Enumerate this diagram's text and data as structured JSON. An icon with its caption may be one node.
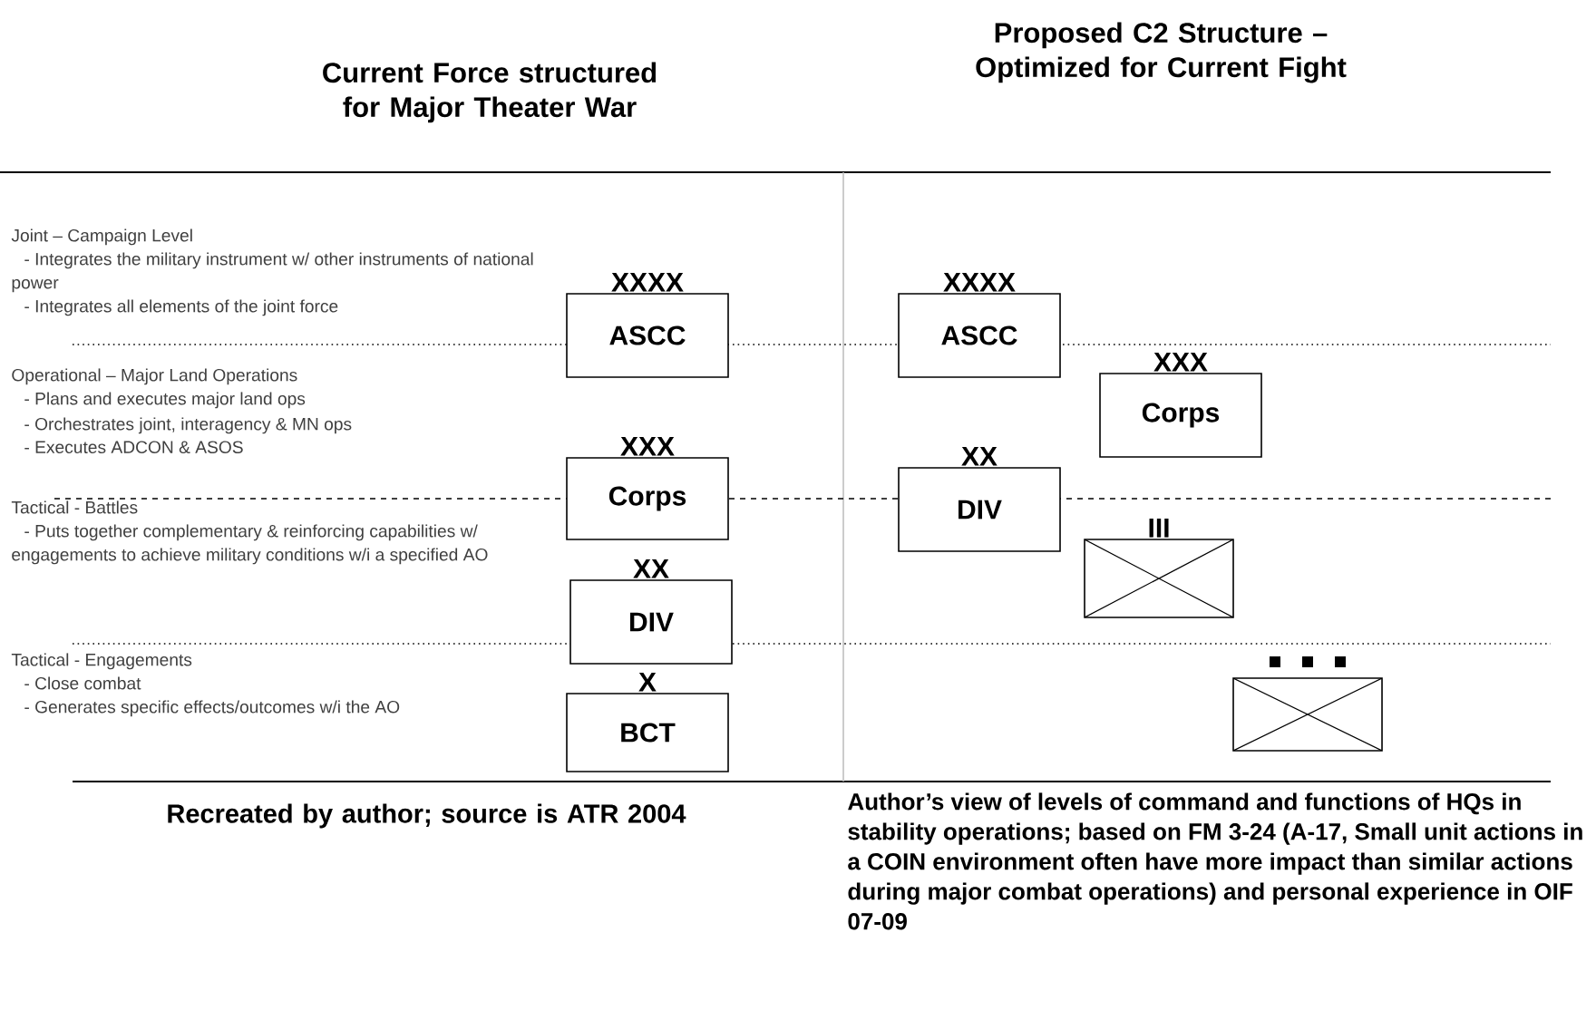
{
  "diagram": {
    "nodes": [
      {
        "text": [
          "XXXX",
          "ASCC"
        ]
      },
      {
        "text": [
          "XXX",
          "Corps"
        ]
      },
      {
        "text": [
          "XX",
          "DIV"
        ]
      },
      {
        "text": [
          "X",
          "BCT"
        ]
      },
      {
        "text": [
          "XXXX",
          "ASCC"
        ]
      },
      {
        "text": [
          "XXX",
          "Corps"
        ]
      },
      {
        "text": [
          "XX",
          "DIV"
        ]
      },
      {
        "text": [
          "III"
        ]
      },
      {
        "text": [],
        "shape": "box"
      }
    ],
    "labels": [
      "Proposed C2 Structure – Optimized for Current Fight",
      "Current Force structured for Major Theater War",
      "Joint – Campaign Level",
      "- Integrates the military instrument w/ other instruments of national power",
      "- Integrates all elements of the joint force",
      "Operational – Major Land Operations",
      "- Plans and executes major land ops",
      "- Orchestrates joint, interagency & MN ops",
      "- Executes ADCON & ASOS",
      "Tactical - Battles",
      "- Puts together complementary & reinforcing capabilities w/ engagements to achieve military conditions w/i a specified AO",
      "Tactical - Engagements",
      "- Close combat",
      "- Generates specific effects/outcomes w/i the AO",
      "Recreated by author; source is ATR 2004",
      "Author’s view of levels of command and functions of HQs in stability operations; based on FM 3-24 (A-17, Small unit actions in a COIN environment often have more impact than similar actions during major combat operations) and personal experience in OIF 07-09"
    ]
  }
}
